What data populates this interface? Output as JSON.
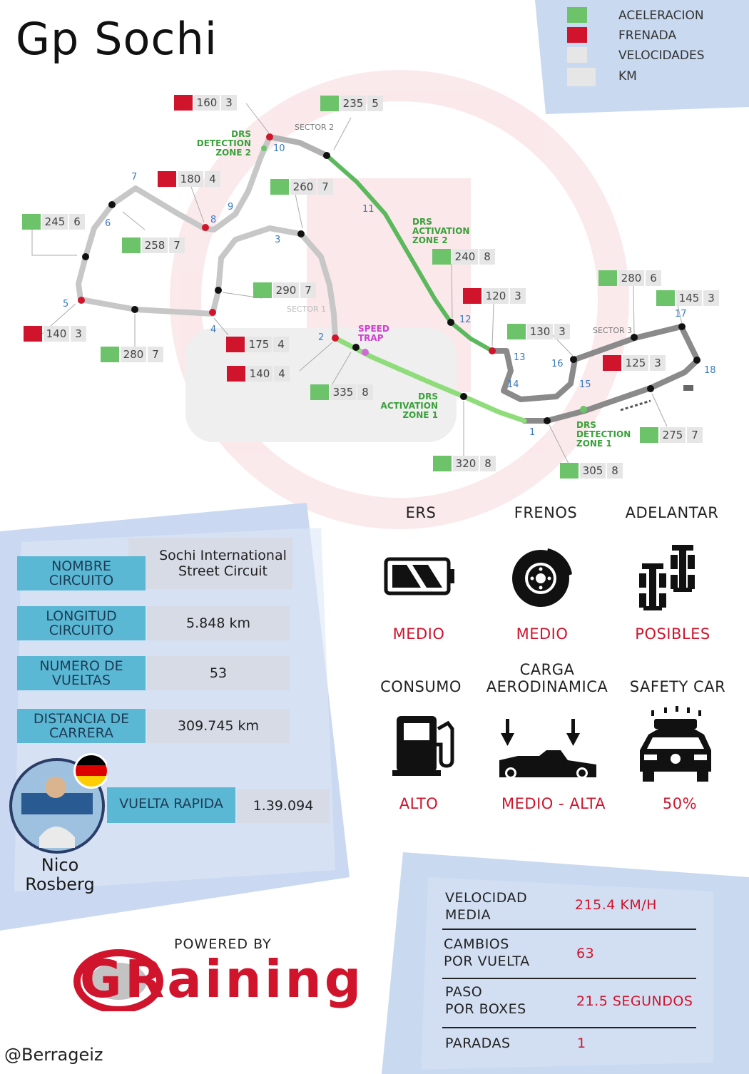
{
  "title": "Gp Sochi",
  "legend": [
    {
      "label": "ACELERACION",
      "color": "#6cc36a"
    },
    {
      "label": "FRENADA",
      "color": "#d0142c"
    },
    {
      "label": "VELOCIDADES",
      "color": "#e6e6e6"
    },
    {
      "label": "KM",
      "color": "#e6e6e6"
    }
  ],
  "track_labels": [
    {
      "type": "red",
      "speed": "160",
      "gear": "3"
    },
    {
      "type": "green",
      "speed": "235",
      "gear": "5"
    },
    {
      "type": "red",
      "speed": "180",
      "gear": "4"
    },
    {
      "type": "green",
      "speed": "260",
      "gear": "7"
    },
    {
      "type": "green",
      "speed": "245",
      "gear": "6"
    },
    {
      "type": "green",
      "speed": "258",
      "gear": "7"
    },
    {
      "type": "green",
      "speed": "240",
      "gear": "8"
    },
    {
      "type": "green",
      "speed": "290",
      "gear": "7"
    },
    {
      "type": "red",
      "speed": "120",
      "gear": "3"
    },
    {
      "type": "green",
      "speed": "280",
      "gear": "6"
    },
    {
      "type": "green",
      "speed": "145",
      "gear": "3"
    },
    {
      "type": "red",
      "speed": "140",
      "gear": "3"
    },
    {
      "type": "green",
      "speed": "130",
      "gear": "3"
    },
    {
      "type": "red",
      "speed": "175",
      "gear": "4"
    },
    {
      "type": "green",
      "speed": "280",
      "gear": "7"
    },
    {
      "type": "red",
      "speed": "125",
      "gear": "3"
    },
    {
      "type": "red",
      "speed": "140",
      "gear": "4"
    },
    {
      "type": "green",
      "speed": "335",
      "gear": "8"
    },
    {
      "type": "green",
      "speed": "275",
      "gear": "7"
    },
    {
      "type": "green",
      "speed": "320",
      "gear": "8"
    },
    {
      "type": "green",
      "speed": "305",
      "gear": "8"
    }
  ],
  "track_texts": {
    "drs_detection_2": "DRS\nDETECTION\nZONE 2",
    "drs_activation_2": "DRS\nACTIVATION\nZONE 2",
    "drs_activation_1": "DRS\nACTIVATION\nZONE 1",
    "drs_detection_1": "DRS\nDETECTION\nZONE 1",
    "speed_trap": "SPEED\nTRAP",
    "sector_1": "SECTOR 1",
    "sector_2": "SECTOR 2",
    "sector_3": "SECTOR 3"
  },
  "turns": [
    "1",
    "2",
    "3",
    "4",
    "5",
    "6",
    "7",
    "8",
    "9",
    "10",
    "11",
    "12",
    "13",
    "14",
    "15",
    "16",
    "17",
    "18"
  ],
  "info": {
    "circuit_label": "NOMBRE\nCIRCUITO",
    "circuit_value": "Sochi International\nStreet Circuit",
    "length_label": "LONGITUD\nCIRCUITO",
    "length_value": "5.848 km",
    "laps_label": "NUMERO DE\nVUELTAS",
    "laps_value": "53",
    "distance_label": "DISTANCIA DE\nCARRERA",
    "distance_value": "309.745  km",
    "fastest_label": "VUELTA RAPIDA",
    "fastest_value": "1.39.094",
    "driver_first": "Nico",
    "driver_last": "Rosberg"
  },
  "metrics": [
    {
      "heading": "ERS",
      "value": "MEDIO",
      "icon": "battery-icon"
    },
    {
      "heading": "FRENOS",
      "value": "MEDIO",
      "icon": "brake-disc-icon"
    },
    {
      "heading": "ADELANTAR",
      "value": "POSIBLES",
      "icon": "overtaking-cars-icon"
    },
    {
      "heading": "CONSUMO",
      "value": "ALTO",
      "icon": "fuel-pump-icon"
    },
    {
      "heading": "CARGA\nAERODINAMICA",
      "value": "MEDIO - ALTA",
      "icon": "downforce-icon"
    },
    {
      "heading": "SAFETY CAR",
      "value": "50%",
      "icon": "safety-car-icon"
    }
  ],
  "stats": [
    {
      "label": "VELOCIDAD\nMEDIA",
      "value": "215.4 KM/H"
    },
    {
      "label": "CAMBIOS\nPOR VUELTA",
      "value": "63"
    },
    {
      "label": "PASO\nPOR BOXES",
      "value": "21.5 SEGUNDOS"
    },
    {
      "label": "PARADAS",
      "value": "1"
    }
  ],
  "powered_by": "POWERED BY",
  "brand": "GRaining",
  "handle": "@Berrageiz"
}
